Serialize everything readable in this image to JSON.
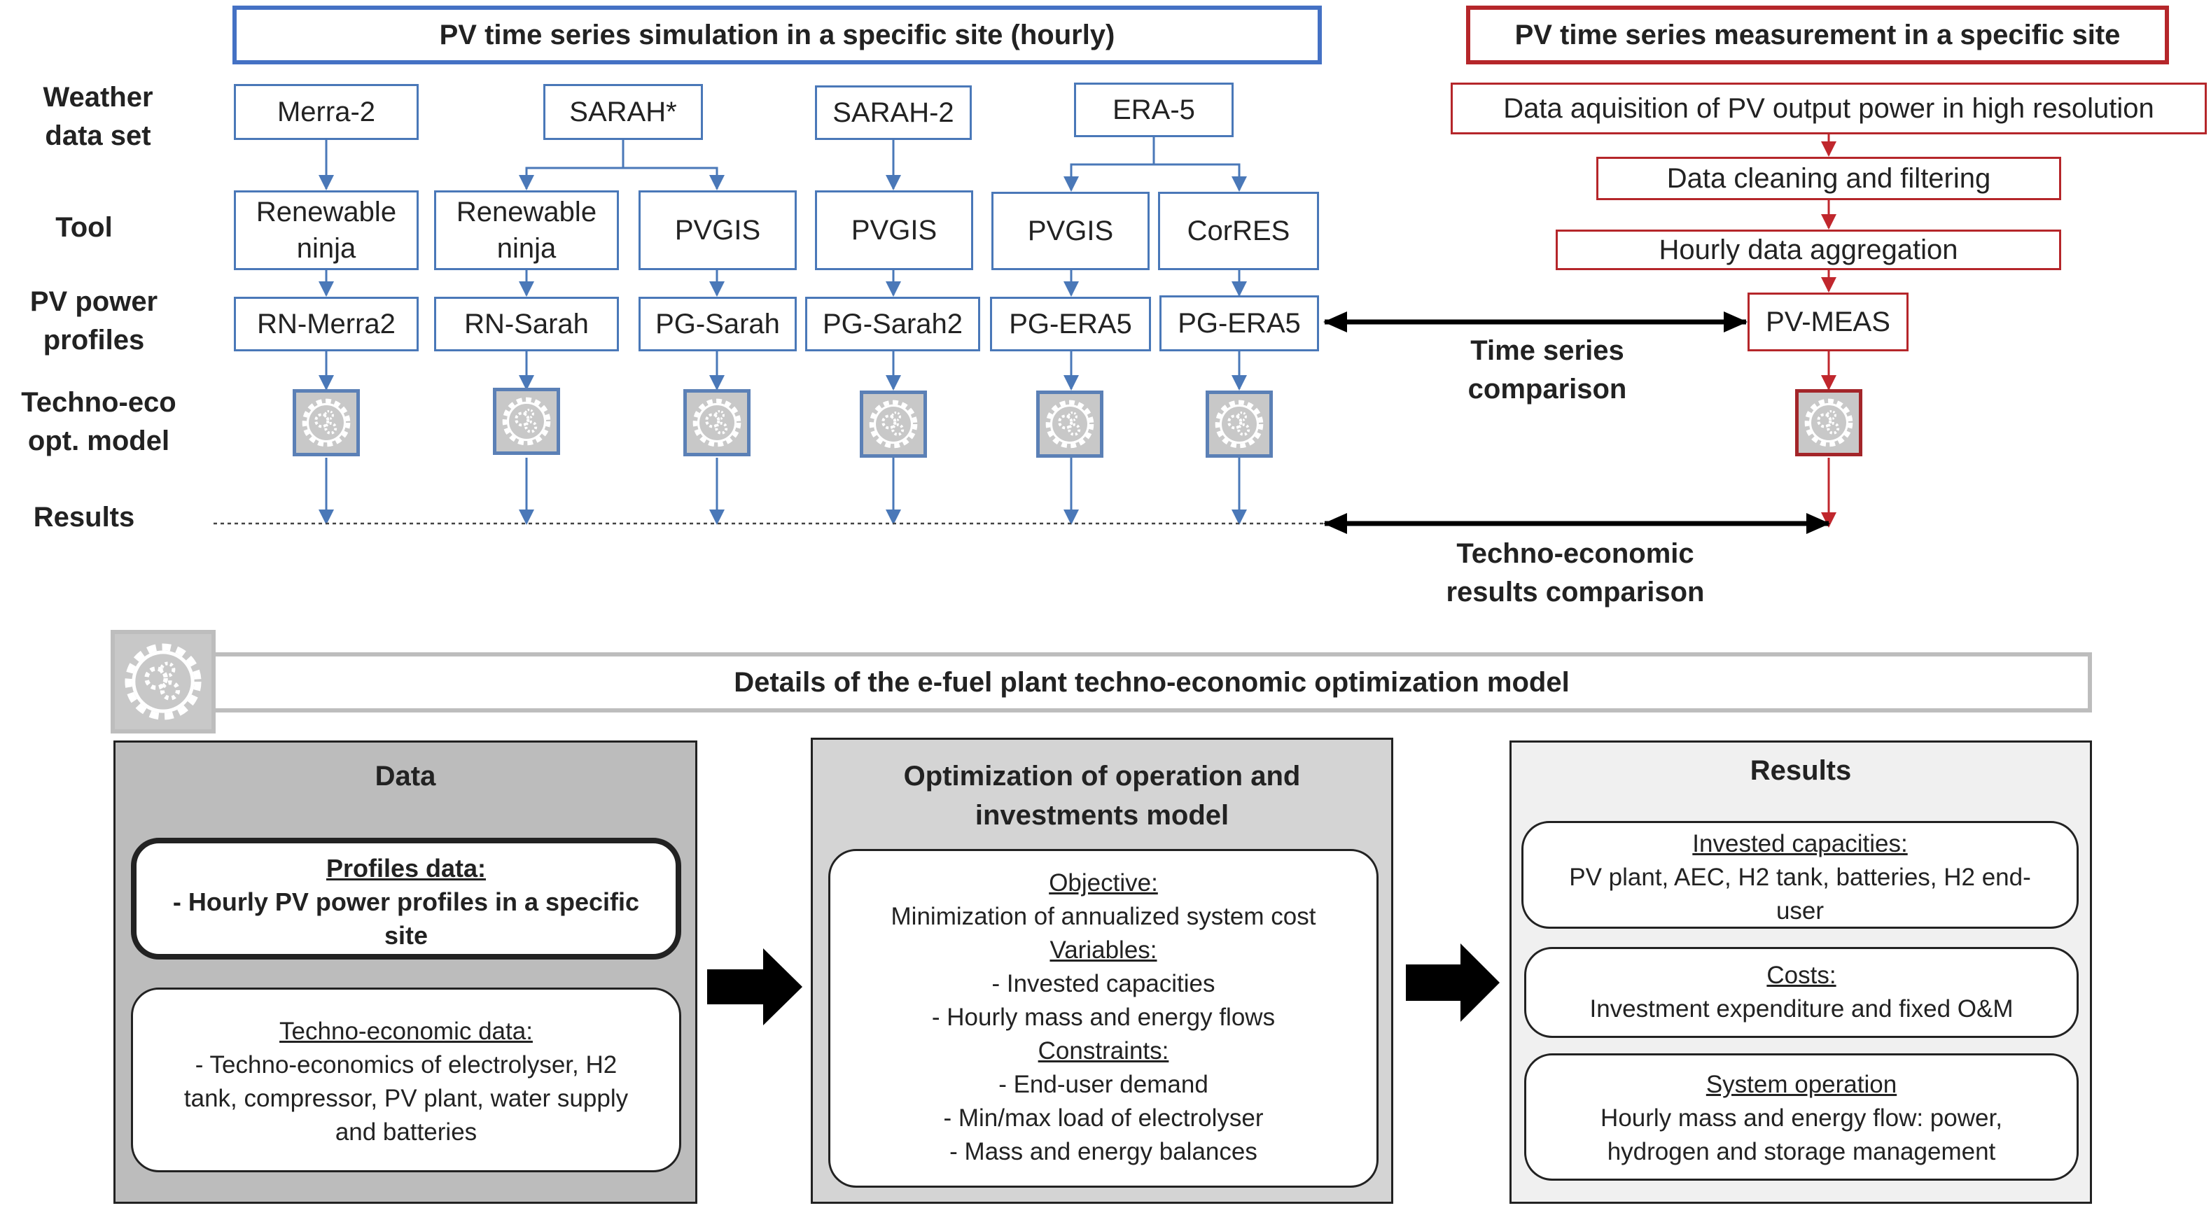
{
  "top": {
    "sim_header": "PV time series simulation in a specific site (hourly)",
    "meas_header": "PV time series measurement in a specific site",
    "row_labels": {
      "weather": [
        "Weather",
        "data set"
      ],
      "tool": "Tool",
      "profiles": [
        "PV power",
        "profiles"
      ],
      "model": [
        "Techno-eco",
        "opt. model"
      ],
      "results": "Results"
    },
    "datasets": [
      "Merra-2",
      "SARAH*",
      "SARAH-2",
      "ERA-5"
    ],
    "tools": [
      [
        "Renewable",
        "ninja"
      ],
      [
        "Renewable",
        "ninja"
      ],
      "PVGIS",
      "PVGIS",
      "PVGIS",
      "CorRES"
    ],
    "profiles": [
      "RN-Merra2",
      "RN-Sarah",
      "PG-Sarah",
      "PG-Sarah2",
      "PG-ERA5",
      "PG-ERA5"
    ],
    "measurement_steps": [
      "Data aquisition of PV output power in high resolution",
      "Data cleaning and filtering",
      "Hourly data aggregation"
    ],
    "meas_profile": "PV-MEAS",
    "ts_comparison": [
      "Time series",
      "comparison"
    ],
    "te_comparison": [
      "Techno-economic",
      "results comparison"
    ]
  },
  "bottom": {
    "header": "Details of the e-fuel plant techno-economic optimization model",
    "data_panel": {
      "title": "Data",
      "profiles_title": "Profiles data:",
      "profiles_lines": [
        "-    Hourly PV power profiles in a specific",
        "site"
      ],
      "te_title": "Techno-economic data:",
      "te_lines": [
        "- Techno-economics of electrolyser, H2",
        "tank, compressor, PV plant, water supply",
        "and batteries"
      ]
    },
    "opt_panel": {
      "title": [
        "Optimization of operation and",
        "investments model"
      ],
      "objective_title": "Objective:",
      "objective": "Minimization of annualized system cost",
      "variables_title": "Variables:",
      "variables": [
        "-    Invested capacities",
        "-    Hourly mass and energy flows"
      ],
      "constraints_title": "Constraints:",
      "constraints": [
        "-    End-user demand",
        "-    Min/max load of electrolyser",
        "-    Mass and energy balances"
      ]
    },
    "results_panel": {
      "title": "Results",
      "capacities_title": "Invested capacities:",
      "capacities_lines": [
        "PV plant, AEC, H2 tank, batteries, H2 end-",
        "user"
      ],
      "costs_title": "Costs:",
      "costs": "Investment expenditure and fixed O&M",
      "operation_title": "System operation",
      "operation_lines": [
        "Hourly mass and energy flow: power,",
        "hydrogen and storage management"
      ]
    }
  }
}
